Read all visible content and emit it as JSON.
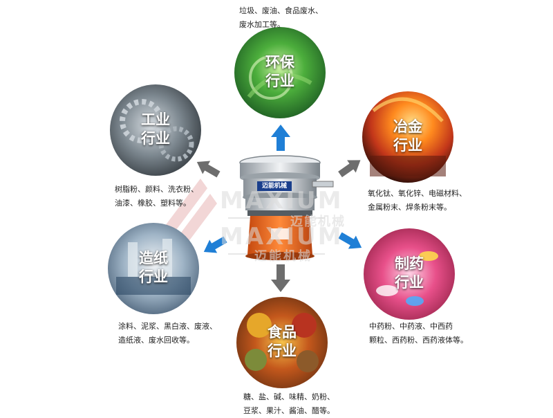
{
  "colors": {
    "arrow_gray": "#6d6d6d",
    "arrow_blue": "#1f7fd6",
    "watermark": "#d9d9d9",
    "machine_orange": "#f06a1a"
  },
  "center": {
    "machine_badge": "迈能机械"
  },
  "watermark": {
    "brand_upper": "MAXIUM",
    "brand_lower": "MAXIUM",
    "slogan_upper": "迈能机械",
    "slogan_lower": "迈能机械"
  },
  "industries": {
    "env": {
      "name": "环保\n行业",
      "desc1": "垃圾、废油、食品废水、",
      "desc2": "废水加工等。"
    },
    "industry": {
      "name": "工业\n行业",
      "desc1": "树脂粉、颜料、洗衣粉、",
      "desc2": "油漆、橡胶、塑料等。"
    },
    "metal": {
      "name": "冶金\n行业",
      "desc1": "氧化钛、氧化锌、电磁材料、",
      "desc2": "金属粉末、焊条粉末等。"
    },
    "paper": {
      "name": "造纸\n行业",
      "desc1": "涂料、泥浆、黑白液、废液、",
      "desc2": "造纸液、废水回收等。"
    },
    "pharma": {
      "name": "制药\n行业",
      "desc1": "中药粉、中药液、中西药",
      "desc2": "颗粒、西药粉、西药液体等。"
    },
    "food": {
      "name": "食品\n行业",
      "desc1": "糖、盐、碱、味精、奶粉、",
      "desc2": "豆浆、果汁、酱油、醋等。"
    }
  }
}
